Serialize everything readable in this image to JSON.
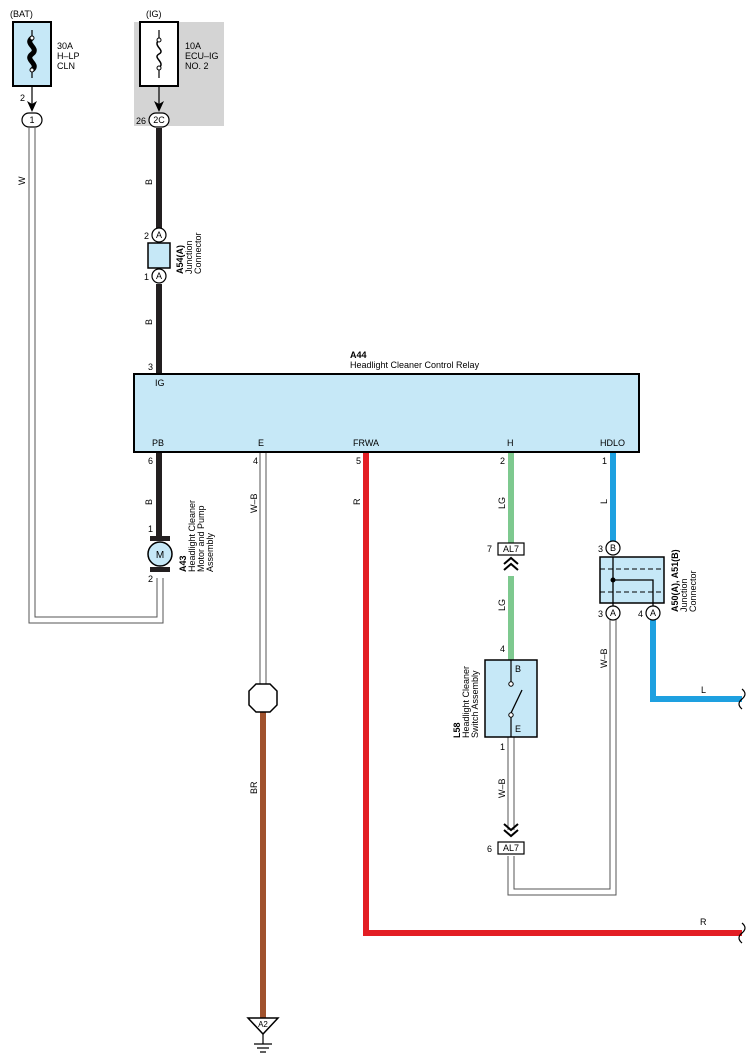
{
  "fuses": {
    "bat": {
      "source": "(BAT)",
      "rating": "30A",
      "name1": "H–LP",
      "name2": "CLN",
      "pin": "2",
      "connector": "1"
    },
    "ig": {
      "source": "(IG)",
      "rating": "10A",
      "name1": "ECU–IG",
      "name2": "NO. 2",
      "pin": "26",
      "connector": "2C"
    }
  },
  "relay": {
    "code": "A44",
    "name": "Headlight Cleaner Control Relay",
    "terminals": {
      "ig": "IG",
      "pb": "PB",
      "e": "E",
      "frwa": "FRWA",
      "h": "H",
      "hdlo": "HDLO"
    },
    "pins": {
      "ig": "3",
      "pb": "6",
      "e": "4",
      "frwa": "5",
      "h": "2",
      "hdlo": "1"
    }
  },
  "junction_a54": {
    "code": "A54(A)",
    "line1": "Junction",
    "line2": "Connector",
    "pin_top": "2",
    "pin_bottom": "1",
    "letter": "A"
  },
  "motor": {
    "code": "A43",
    "line1": "Headlight Cleaner",
    "line2": "Motor and Pump",
    "line3": "Assembly",
    "pin_top": "1",
    "pin_bottom": "2",
    "symbol": "M"
  },
  "junction_a50": {
    "code": "A50(A), A51(B)",
    "line1": "Junction",
    "line2": "Connector",
    "pin_top": "3",
    "letter_top": "B",
    "pin_bl": "3",
    "letter_bl": "A",
    "pin_br": "4",
    "letter_br": "A"
  },
  "switch": {
    "code": "L58",
    "line1": "Headlight Cleaner",
    "line2": "Switch Assembly",
    "term_b": "B",
    "term_e": "E",
    "pin_top": "4",
    "pin_bottom": "1"
  },
  "connector_al7": {
    "name": "AL7",
    "pin_upper": "7",
    "pin_lower": "6"
  },
  "ground": {
    "name": "A2"
  },
  "wires": {
    "w": "W",
    "b1": "B",
    "b2": "B",
    "b3": "B",
    "wb1": "W–B",
    "r1": "R",
    "lg1": "LG",
    "lg2": "LG",
    "l1": "L",
    "l2": "L",
    "wb2": "W–B",
    "wb3": "W–B",
    "br": "BR",
    "r2": "R"
  },
  "colors": {
    "black": "#231f20",
    "red": "#e31e24",
    "green": "#7ec98f",
    "blue": "#1ea0e0",
    "brown": "#a0522d",
    "light_blue": "#c6e8f7",
    "gray_box": "#d4d4d4"
  }
}
